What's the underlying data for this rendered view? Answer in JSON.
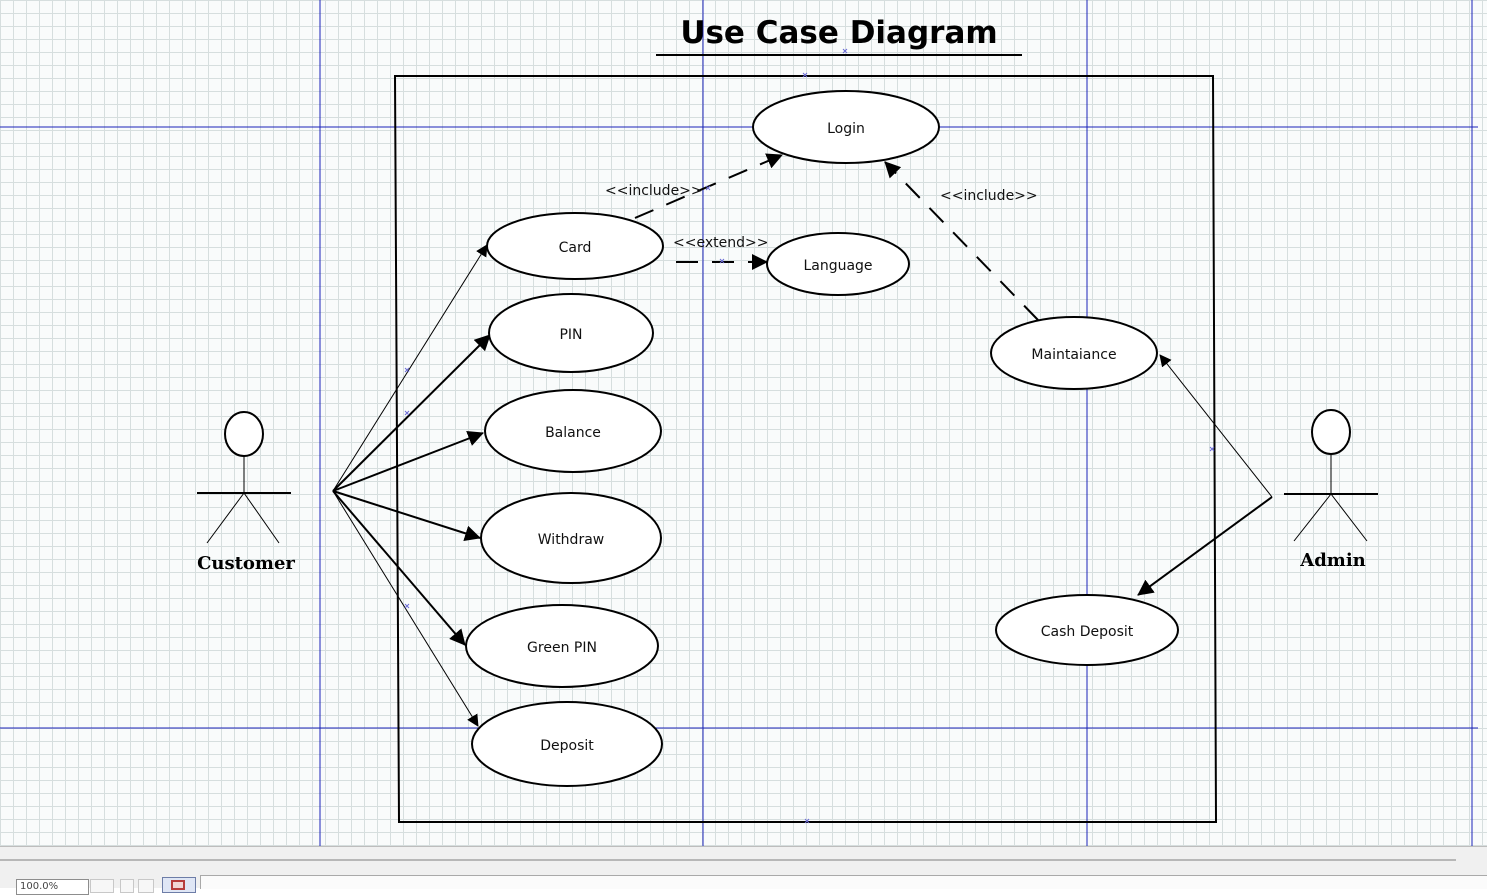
{
  "diagram": {
    "title": "Use Case Diagram",
    "actors": [
      {
        "id": "customer",
        "name": "Customer"
      },
      {
        "id": "admin",
        "name": "Admin"
      }
    ],
    "use_cases": [
      {
        "id": "login",
        "label": "Login"
      },
      {
        "id": "card",
        "label": "Card"
      },
      {
        "id": "language",
        "label": "Language"
      },
      {
        "id": "pin",
        "label": "PIN"
      },
      {
        "id": "balance",
        "label": "Balance"
      },
      {
        "id": "withdraw",
        "label": "Withdraw"
      },
      {
        "id": "green_pin",
        "label": "Green PIN"
      },
      {
        "id": "deposit",
        "label": "Deposit"
      },
      {
        "id": "maintaiance",
        "label": "Maintaiance"
      },
      {
        "id": "cash_deposit",
        "label": "Cash Deposit"
      }
    ],
    "relationships": [
      {
        "from": "card",
        "to": "login",
        "type": "include",
        "label": "<<include>>"
      },
      {
        "from": "card",
        "to": "language",
        "type": "extend",
        "label": "<<extend>>"
      },
      {
        "from": "maintaiance",
        "to": "login",
        "type": "include",
        "label": "<<include>>"
      },
      {
        "from": "customer",
        "to": "card",
        "type": "association"
      },
      {
        "from": "customer",
        "to": "pin",
        "type": "association"
      },
      {
        "from": "customer",
        "to": "balance",
        "type": "association"
      },
      {
        "from": "customer",
        "to": "withdraw",
        "type": "association"
      },
      {
        "from": "customer",
        "to": "green_pin",
        "type": "association"
      },
      {
        "from": "customer",
        "to": "deposit",
        "type": "association"
      },
      {
        "from": "admin",
        "to": "maintaiance",
        "type": "association"
      },
      {
        "from": "admin",
        "to": "cash_deposit",
        "type": "association"
      }
    ]
  },
  "statusbar": {
    "zoom_value": "100.0%"
  },
  "colors": {
    "guide_line": "#1a23b8",
    "grid": "#d6dede",
    "canvas": "#f9fbfb",
    "ink": "#000000",
    "anchor_mark": "#6b6bd6"
  }
}
